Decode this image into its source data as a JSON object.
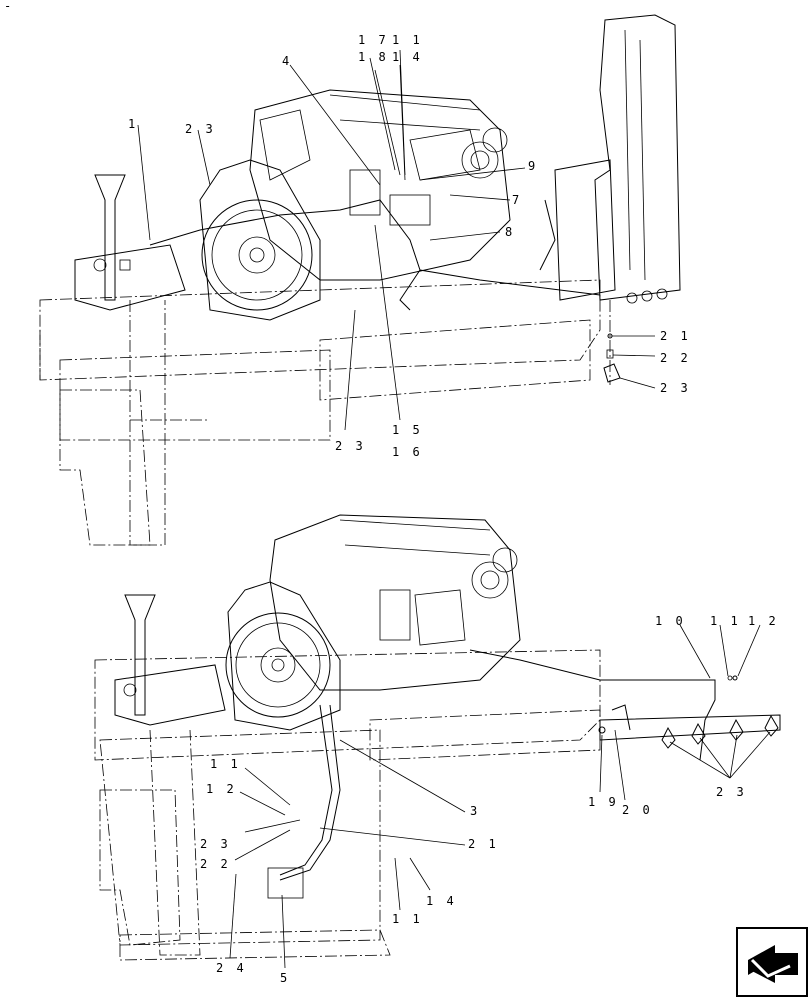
{
  "callouts": {
    "c1": "1",
    "c23a": "2 3",
    "c4": "4",
    "c17": "1 7",
    "c11a": "1 1",
    "c18": "1 8",
    "c14a": "1 4",
    "c9": "9",
    "c7": "7",
    "c8": "8",
    "c21a": "2 1",
    "c22a": "2 2",
    "c23b": "2 3",
    "c23c": "2 3",
    "c15": "1 5",
    "c16": "1 6",
    "c10": "1 0",
    "c11b": "1 1",
    "c12a": "1 2",
    "c11c": "1 1",
    "c12b": "1 2",
    "c3": "3",
    "c23d": "2 3",
    "c22b": "2 2",
    "c21b": "2 1",
    "c19": "1 9",
    "c20": "2 0",
    "c23e": "2 3",
    "c11d": "1 1",
    "c14b": "1 4",
    "c24": "2 4",
    "c5": "5"
  },
  "page_mark": "-"
}
